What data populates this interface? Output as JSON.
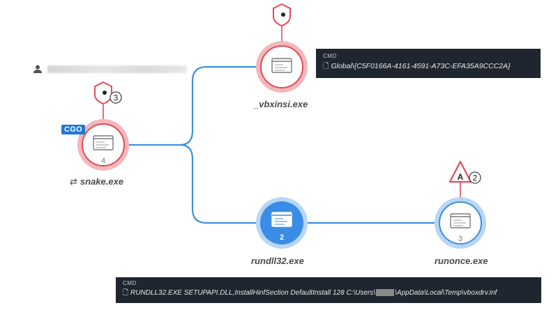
{
  "colors": {
    "edge": "#3d8fe0",
    "alert_red": "#e34b57",
    "ring_red": "#f2b8bc",
    "ring_blue": "#b9d6f5",
    "node_blue": "#3a8de6"
  },
  "user": {
    "icon": "user-icon",
    "name": ""
  },
  "nodes": {
    "snake": {
      "label": "snake.exe",
      "count": "4",
      "badge": "CGO",
      "alert_count": "3",
      "alert_icon": "shield-icon"
    },
    "vbxinsi": {
      "label": "_vbxinsi.exe",
      "alert_icon": "shield-icon"
    },
    "rundll32": {
      "label": "rundll32.exe",
      "count": "2"
    },
    "runonce": {
      "label": "runonce.exe",
      "count": "3",
      "alert_count": "2",
      "alert_icon": "warning-a-icon",
      "alert_letter": "A"
    }
  },
  "cmd_top": {
    "title": "CMD",
    "text": "Global\\{C5F0166A-4161-4591-A73C-EFA35A9CCC2A}"
  },
  "cmd_bottom": {
    "title": "CMD",
    "text_before": "RUNDLL32.EXE SETUPAPI.DLL,InstallHinfSection DefaultInstall 128 C:\\Users\\",
    "text_after": "\\AppData\\Local\\Temp\\vboxdrv.inf"
  }
}
